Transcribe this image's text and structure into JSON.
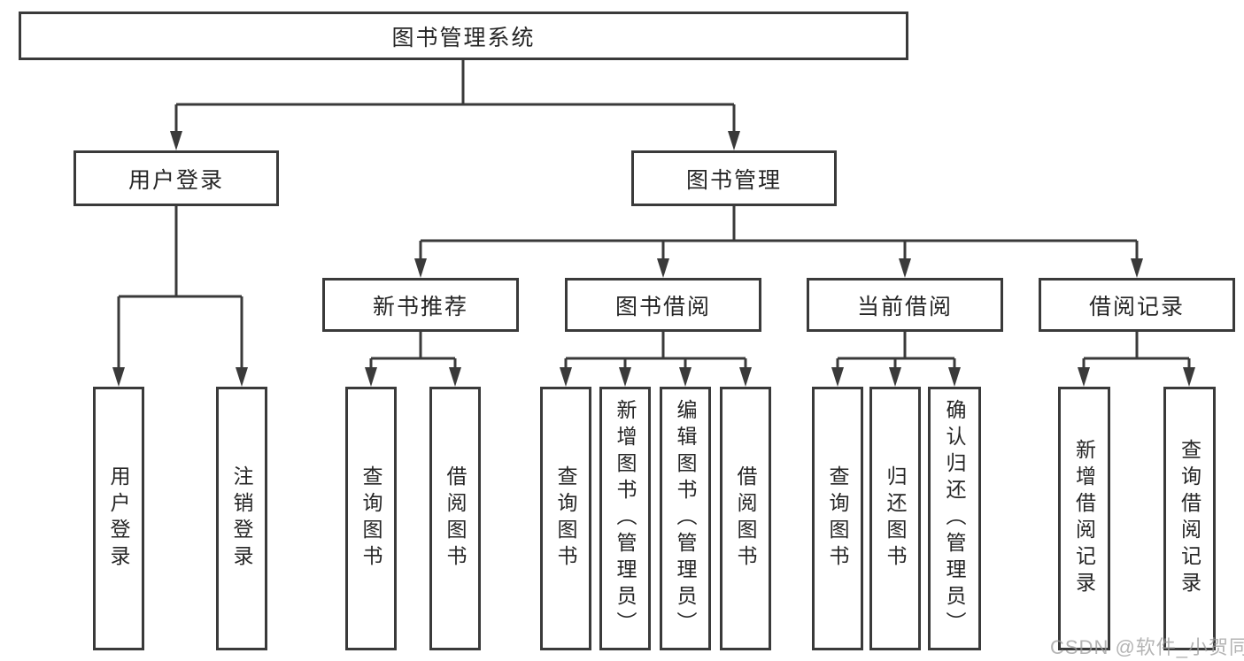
{
  "colors": {
    "line": "#3a3a3a",
    "text": "#262626",
    "watermark": "#9b9b9b",
    "background": "#ffffff"
  },
  "watermark": {
    "text": "CSDN @软件_小贺同学"
  },
  "tree": {
    "root": {
      "label": "图书管理系统",
      "children": [
        {
          "label": "用户登录",
          "children": [
            {
              "label": "用户登录"
            },
            {
              "label": "注销登录"
            }
          ]
        },
        {
          "label": "图书管理",
          "children": [
            {
              "label": "新书推荐",
              "children": [
                {
                  "label": "查询图书"
                },
                {
                  "label": "借阅图书"
                }
              ]
            },
            {
              "label": "图书借阅",
              "children": [
                {
                  "label": "查询图书"
                },
                {
                  "label": "新增图书（管理员）"
                },
                {
                  "label": "编辑图书（管理员）"
                },
                {
                  "label": "借阅图书"
                }
              ]
            },
            {
              "label": "当前借阅",
              "children": [
                {
                  "label": "查询图书"
                },
                {
                  "label": "归还图书"
                },
                {
                  "label": "确认归还（管理员）"
                }
              ]
            },
            {
              "label": "借阅记录",
              "children": [
                {
                  "label": "新增借阅记录"
                },
                {
                  "label": "查询借阅记录"
                }
              ]
            }
          ]
        }
      ]
    }
  }
}
